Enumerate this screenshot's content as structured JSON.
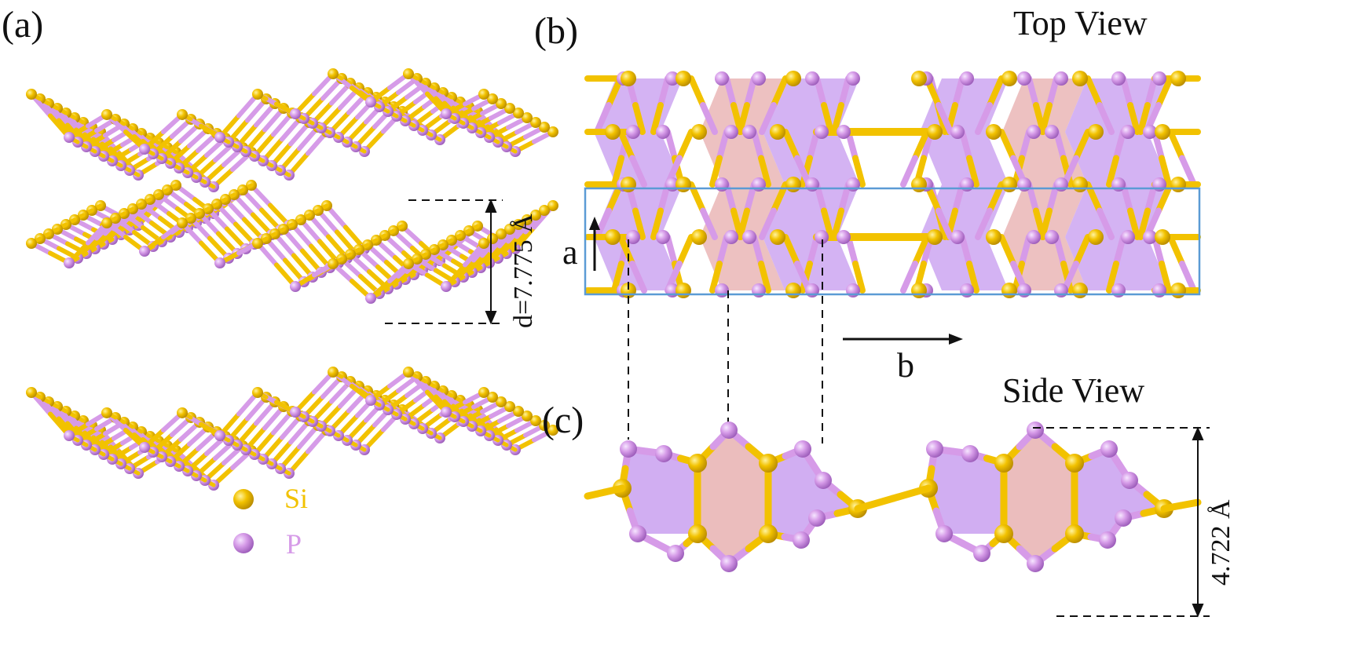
{
  "labels": {
    "panel_a": "(a)",
    "panel_b": "(b)",
    "panel_c": "(c)",
    "top_view": "Top View",
    "side_view": "Side View",
    "axis_a": "a",
    "axis_b": "b",
    "interlayer_distance": "d=7.775 Å",
    "thickness": "4.722 Å"
  },
  "legend": [
    {
      "symbol": "Si",
      "color": "#f2c200"
    },
    {
      "symbol": "P",
      "color": "#d69be8"
    }
  ],
  "colors": {
    "si": "#f2c200",
    "p": "#d69be8",
    "pentagon_fill": "#c9a0f0",
    "hexagon_fill": "#e8b2b2",
    "cell_outline": "#5b9bd5"
  }
}
